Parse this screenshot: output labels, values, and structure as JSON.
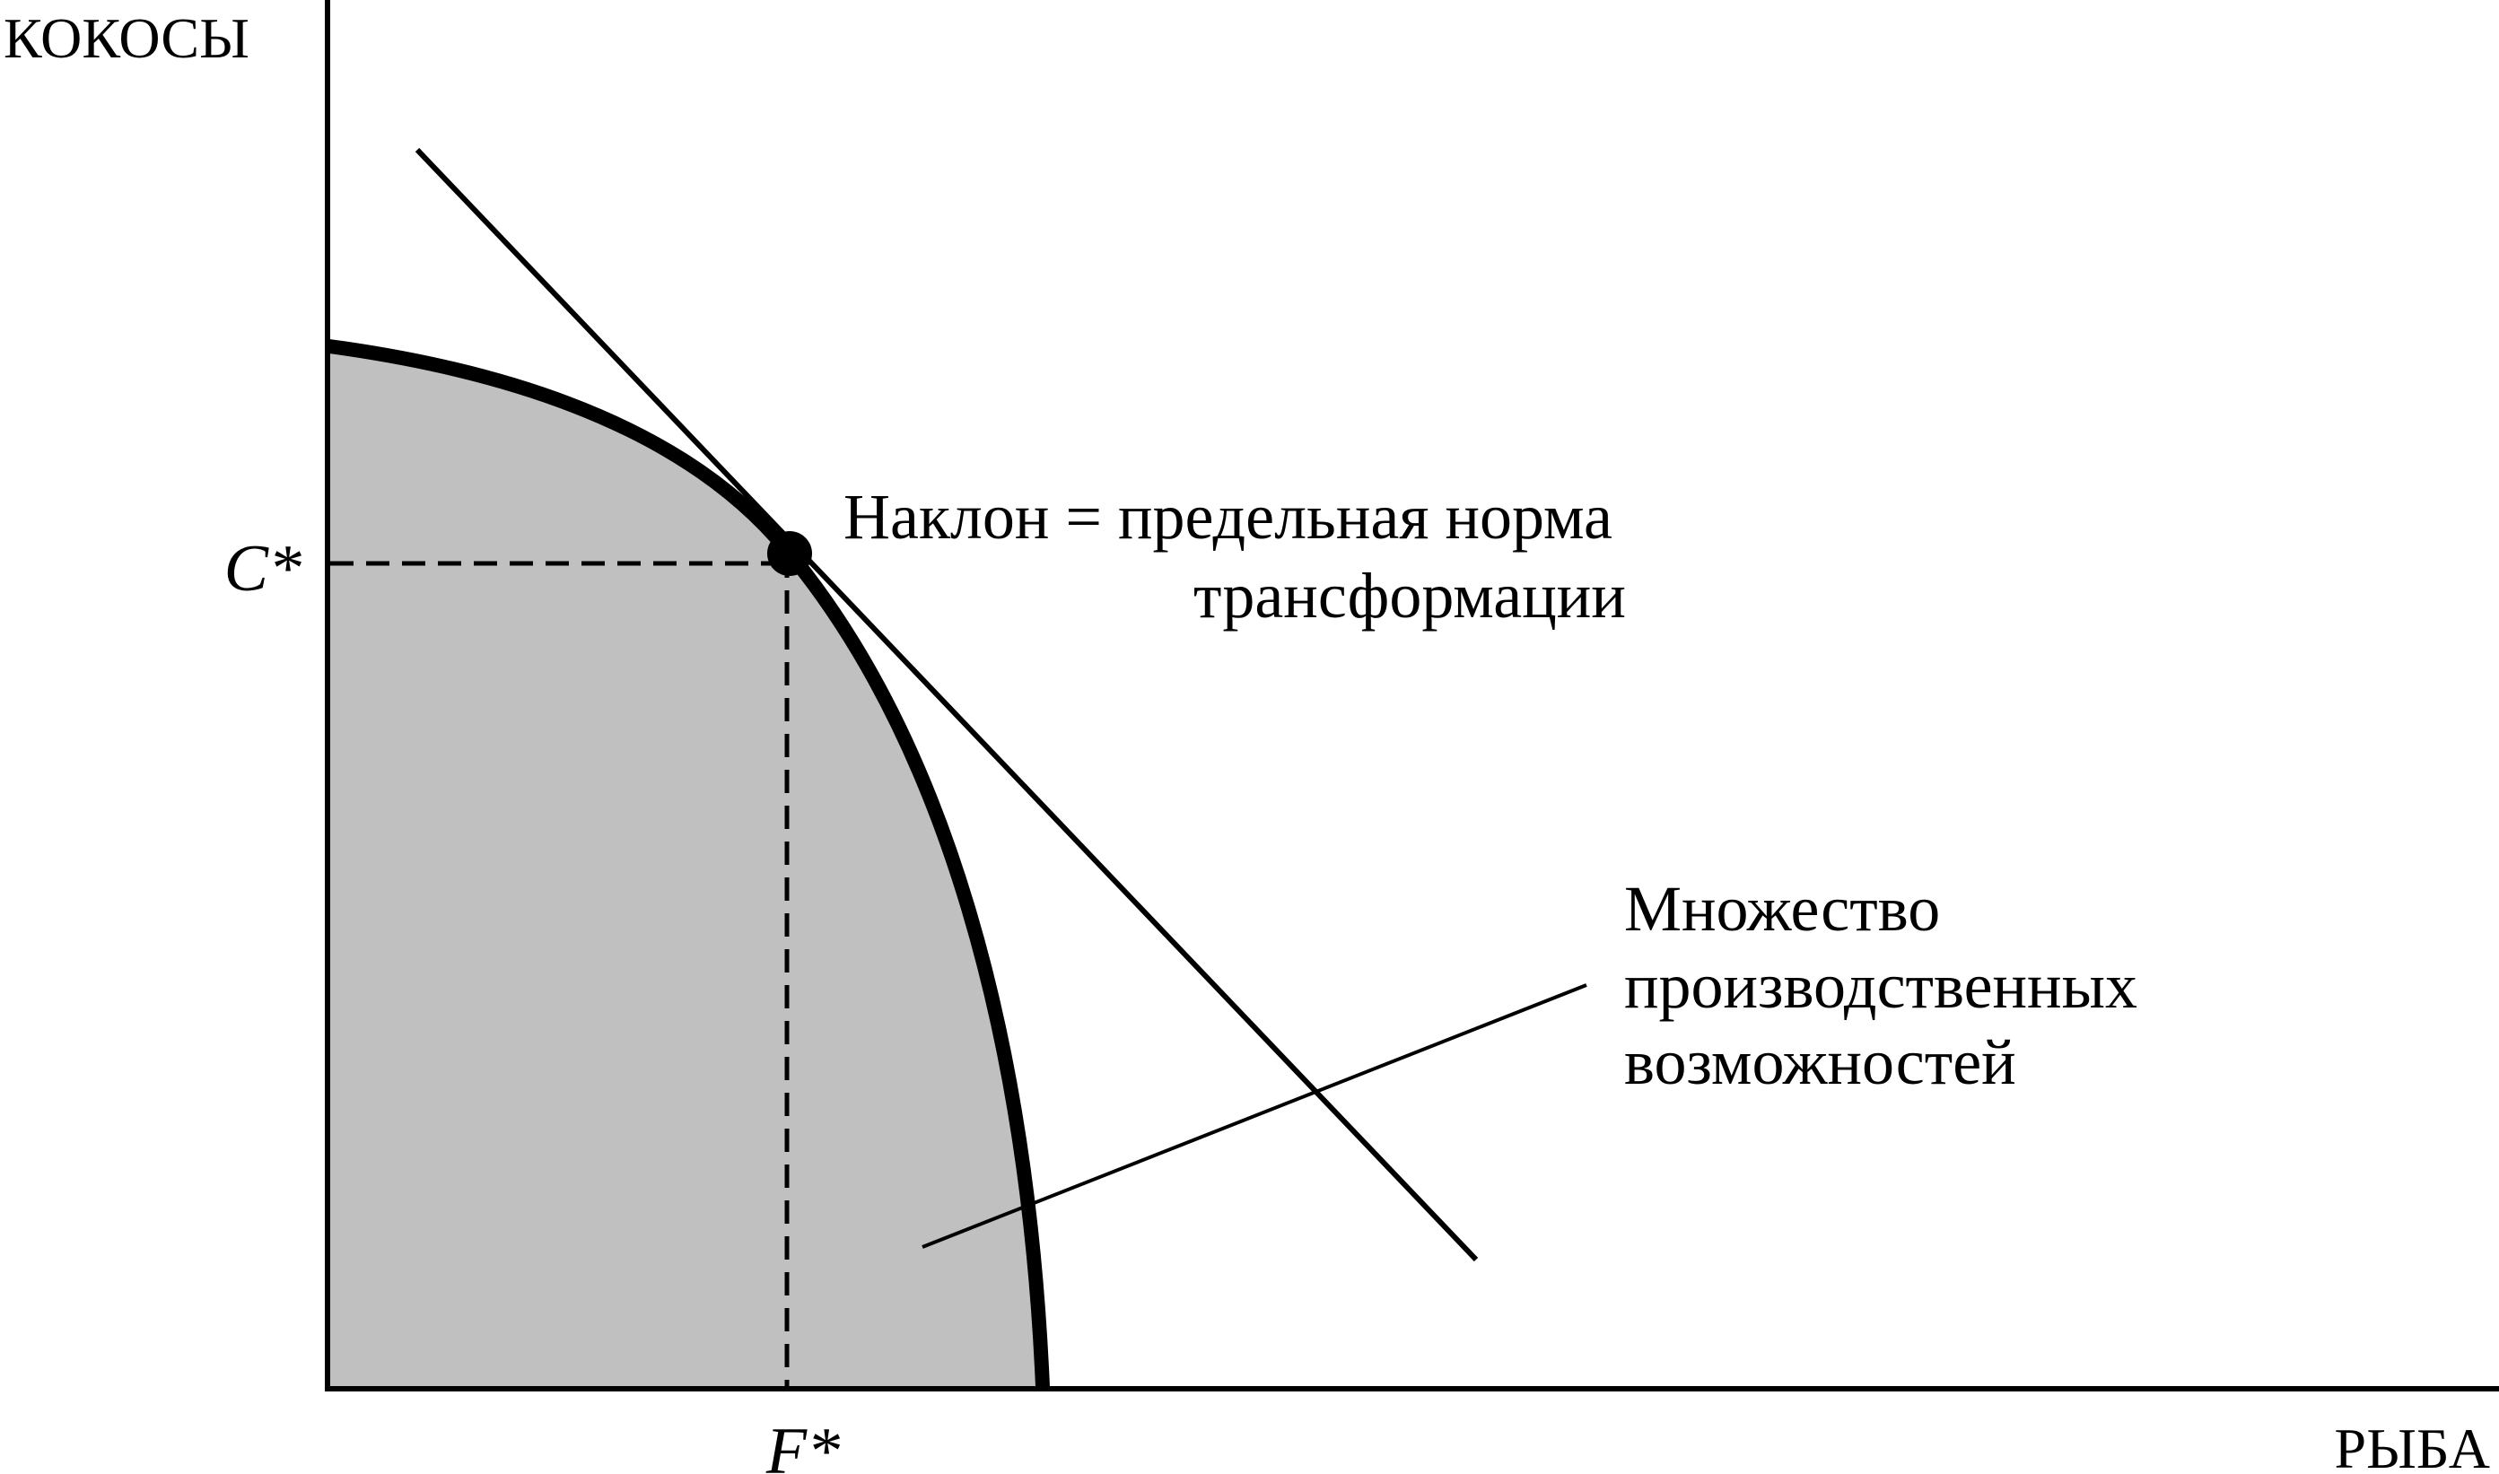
{
  "axes": {
    "y_label": "КОКОСЫ",
    "x_label": "РЫБА"
  },
  "ticks": {
    "c_star": "C*",
    "f_star": "F*"
  },
  "annotations": {
    "slope_line1": "Наклон = предельная норма",
    "slope_line2": "трансформации",
    "set_line1": "Множество",
    "set_line2": "производственных",
    "set_line3": "возможностей"
  },
  "colors": {
    "region_fill": "#c0c0c0",
    "ink": "#000000"
  }
}
